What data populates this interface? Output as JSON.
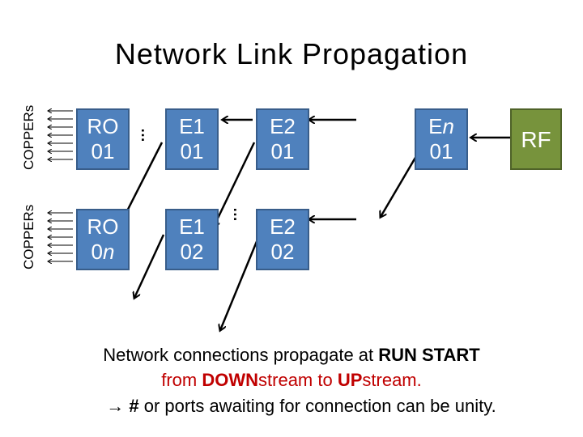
{
  "title": "Network Link Propagation",
  "side_labels": {
    "top": "COPPERs",
    "bottom": "COPPERs"
  },
  "boxes": {
    "ro01": {
      "line1": "RO",
      "line2": "01"
    },
    "ro0n": {
      "line1": "RO",
      "line2_prefix": "0",
      "line2_italic": "n"
    },
    "e101": {
      "line1": "E1",
      "line2": "01"
    },
    "e102": {
      "line1": "E1",
      "line2": "02"
    },
    "e201": {
      "line1": "E2",
      "line2": "01"
    },
    "e202": {
      "line1": "E2",
      "line2": "02"
    },
    "en01": {
      "line1_prefix": "E",
      "line1_italic": "n",
      "line2": "01"
    },
    "rf": {
      "label": "RF"
    }
  },
  "ellipsis": "…",
  "caption": {
    "line1_plain": "Network connections propagate at ",
    "line1_bold": "RUN START",
    "line2_plain1": "from ",
    "line2_bold1": "DOWN",
    "line2_plain2": "stream to ",
    "line2_bold2": "UP",
    "line2_plain3": "stream.",
    "line3_arrow": "→",
    "line3_bold": "#",
    "line3_plain": " or ports awaiting for connection can be unity."
  },
  "colors": {
    "box_blue": "#4f81bd",
    "box_green": "#77933c",
    "emphasis_red": "#c00000"
  }
}
